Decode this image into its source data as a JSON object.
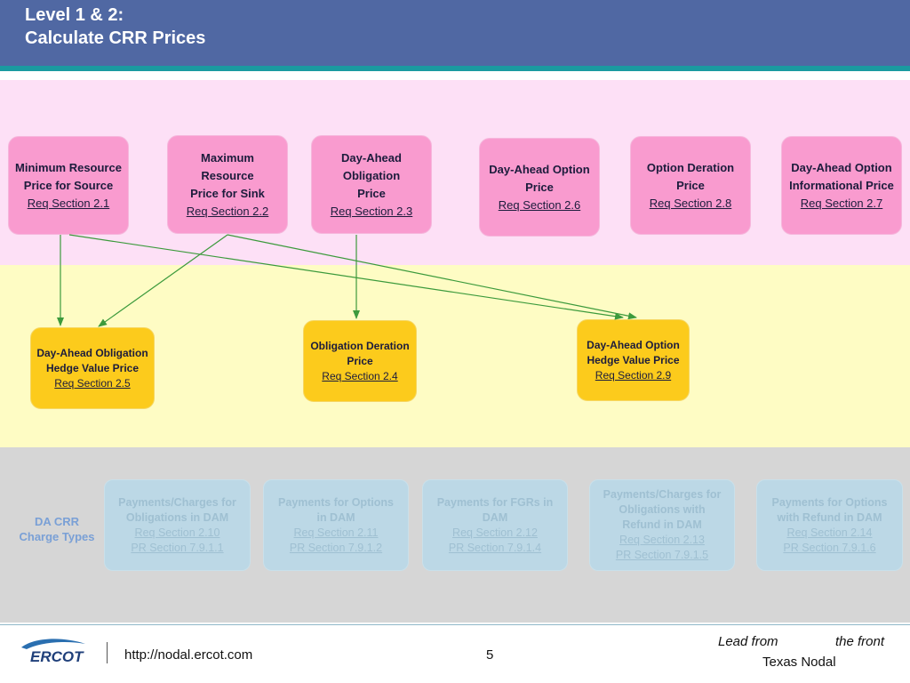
{
  "title": {
    "line1": "Level 1 & 2:",
    "line2": "Calculate CRR Prices"
  },
  "colors": {
    "header": "#5068a3",
    "stripe": "#1a9aa0",
    "pink_band": "#fde0f6",
    "yellow_band": "#fefcc4",
    "gray_band": "#d6d6d6",
    "pink_box": "#f99bcf",
    "yellow_box": "#fccb1c",
    "blue_box": "#bcd8e6",
    "arrow": "#3c9a3c"
  },
  "level1": [
    {
      "line1": "Minimum Resource",
      "line2": "Price for Source",
      "ref": "Req Section 2.1"
    },
    {
      "line1": "Maximum Resource",
      "line2": "Price for Sink",
      "ref": "Req Section 2.2"
    },
    {
      "line1": "Day-Ahead Obligation",
      "line2": "Price",
      "ref": "Req Section 2.3"
    },
    {
      "line1": "Day-Ahead Option",
      "line2": "Price",
      "ref": "Req Section 2.6"
    },
    {
      "line1": "Option Deration Price",
      "line2": "",
      "ref": "Req Section 2.8"
    },
    {
      "line1": "Day-Ahead Option",
      "line2": "Informational Price",
      "ref": "Req Section 2.7"
    }
  ],
  "level2": [
    {
      "line1": "Day-Ahead Obligation",
      "line2": "Hedge Value Price",
      "ref": "Req Section 2.5"
    },
    {
      "line1": "Obligation Deration",
      "line2": "Price",
      "ref": "Req Section 2.4"
    },
    {
      "line1": "Day-Ahead Option",
      "line2": "Hedge Value Price",
      "ref": "Req Section 2.9"
    }
  ],
  "da_crr_label": {
    "line1": "DA CRR",
    "line2": "Charge Types"
  },
  "charges": [
    {
      "line1": "Payments/Charges for",
      "line2": "Obligations in DAM",
      "line3": "",
      "ref1": "Req Section 2.10",
      "ref2": "PR Section 7.9.1.1"
    },
    {
      "line1": "Payments for Options",
      "line2": "in DAM",
      "line3": "",
      "ref1": "Req Section 2.11",
      "ref2": "PR Section 7.9.1.2"
    },
    {
      "line1": "Payments for FGRs in",
      "line2": "DAM",
      "line3": "",
      "ref1": "Req Section 2.12",
      "ref2": "PR Section 7.9.1.4"
    },
    {
      "line1": "Payments/Charges for",
      "line2": "Obligations with",
      "line3": "Refund in DAM",
      "ref1": "Req Section 2.13",
      "ref2": "PR Section 7.9.1.5"
    },
    {
      "line1": "Payments for Options",
      "line2": "with Refund in DAM",
      "line3": "",
      "ref1": "Req Section 2.14",
      "ref2": "PR Section 7.9.1.6"
    }
  ],
  "footer": {
    "logo_text": "ERCOT",
    "url": "http://nodal.ercot.com",
    "page": "5",
    "tagline_a": "Lead from",
    "tagline_b": "the front",
    "tagline_c": "Texas Nodal"
  }
}
